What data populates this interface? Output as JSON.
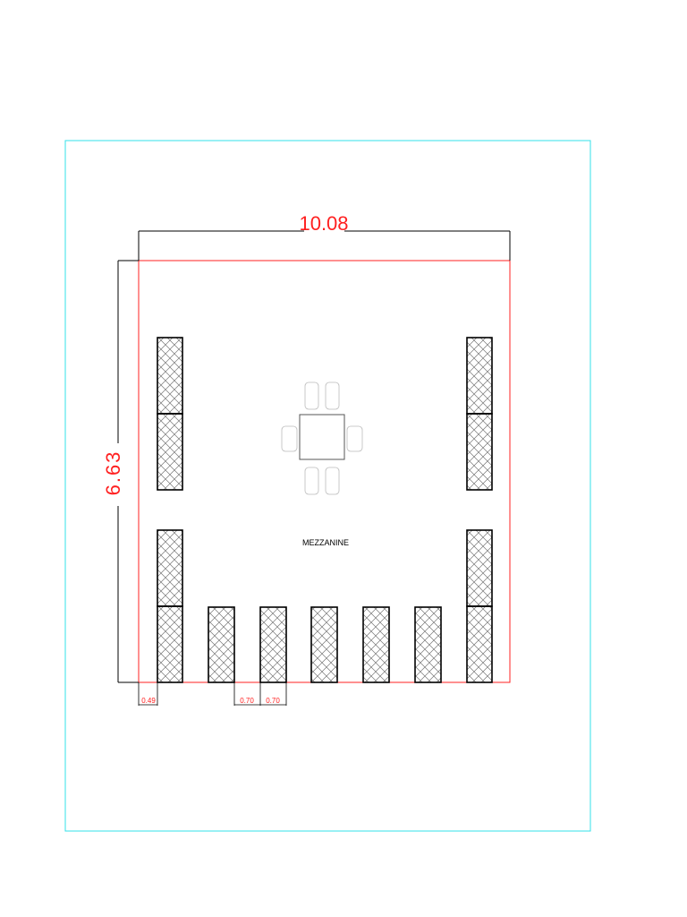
{
  "drawing": {
    "room_label": "MEZZANINE",
    "width_dimension": "10.08",
    "height_dimension": "6.63",
    "offset_dimension": "0.49",
    "gap_dimension": "0.70",
    "unit_dimension": "0.70"
  },
  "colors": {
    "frame": "#33e0e8",
    "walls": "#ff2020",
    "dimension_text": "#ff2020",
    "lines": "#000000"
  }
}
